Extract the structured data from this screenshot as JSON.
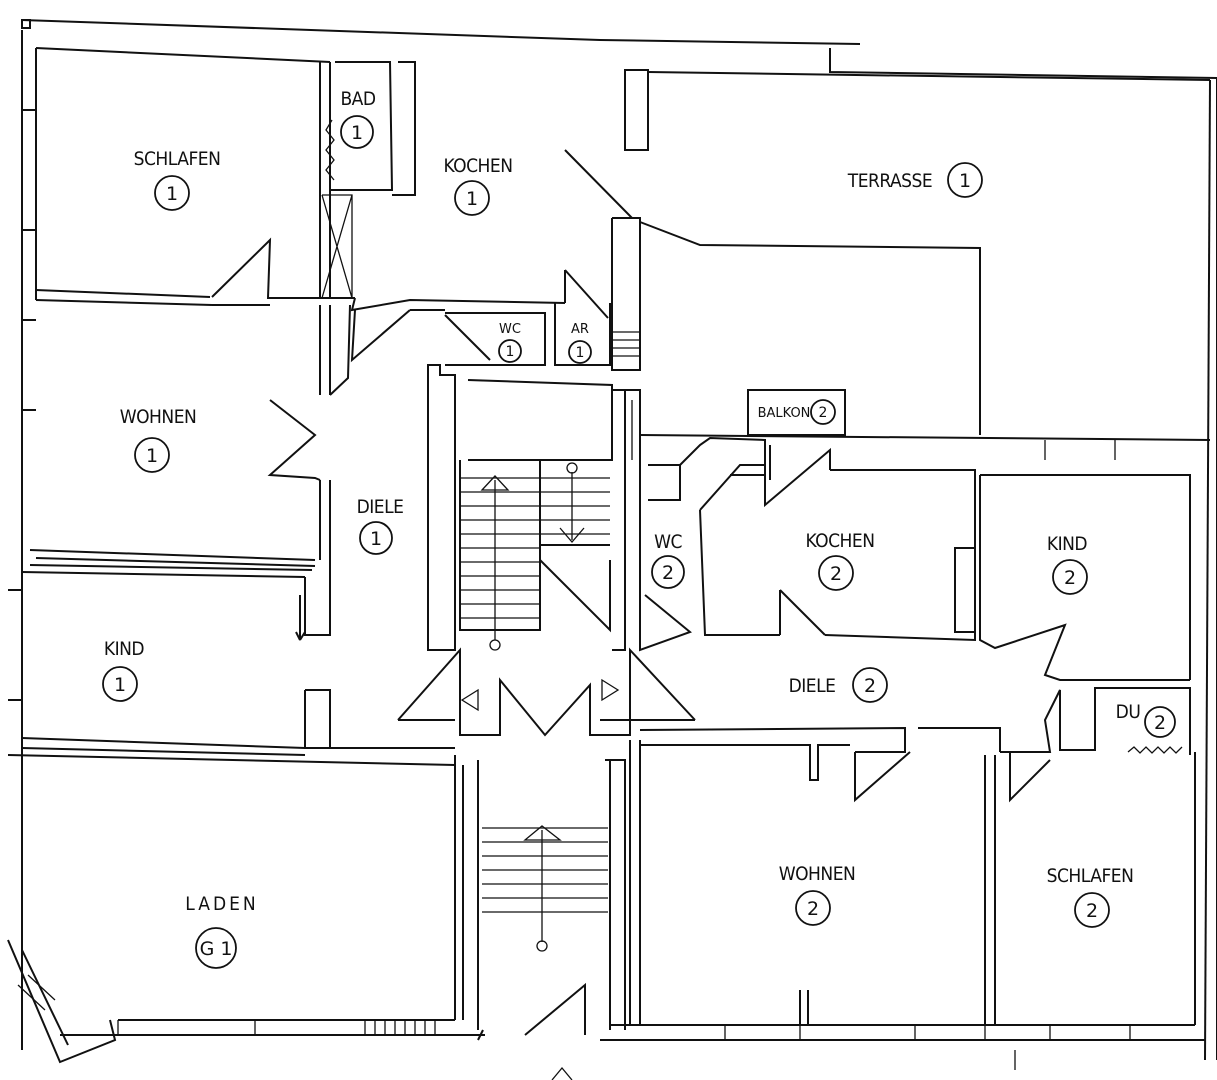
{
  "rooms": [
    {
      "id": "schlafen-1",
      "label": "SCHLAFEN",
      "unit": "1"
    },
    {
      "id": "bad-1",
      "label": "BAD",
      "unit": "1"
    },
    {
      "id": "kochen-1",
      "label": "KOCHEN",
      "unit": "1"
    },
    {
      "id": "terrasse-1",
      "label": "TERRASSE",
      "unit": "1"
    },
    {
      "id": "wc-1",
      "label": "WC",
      "unit": "1"
    },
    {
      "id": "ar-1",
      "label": "AR",
      "unit": "1"
    },
    {
      "id": "wohnen-1",
      "label": "WOHNEN",
      "unit": "1"
    },
    {
      "id": "diele-1",
      "label": "DIELE",
      "unit": "1"
    },
    {
      "id": "kind-1",
      "label": "KIND",
      "unit": "1"
    },
    {
      "id": "balkon-2",
      "label": "BALKON",
      "unit": "2"
    },
    {
      "id": "wc-2",
      "label": "WC",
      "unit": "2"
    },
    {
      "id": "kochen-2",
      "label": "KOCHEN",
      "unit": "2"
    },
    {
      "id": "kind-2",
      "label": "KIND",
      "unit": "2"
    },
    {
      "id": "diele-2",
      "label": "DIELE",
      "unit": "2"
    },
    {
      "id": "du-2",
      "label": "DU",
      "unit": "2"
    },
    {
      "id": "laden-g1",
      "label": "LADEN",
      "unit": "G 1"
    },
    {
      "id": "wohnen-2",
      "label": "WOHNEN",
      "unit": "2"
    },
    {
      "id": "schlafen-2",
      "label": "SCHLAFEN",
      "unit": "2"
    }
  ],
  "colors": {
    "line": "#111111",
    "background": "#ffffff"
  }
}
